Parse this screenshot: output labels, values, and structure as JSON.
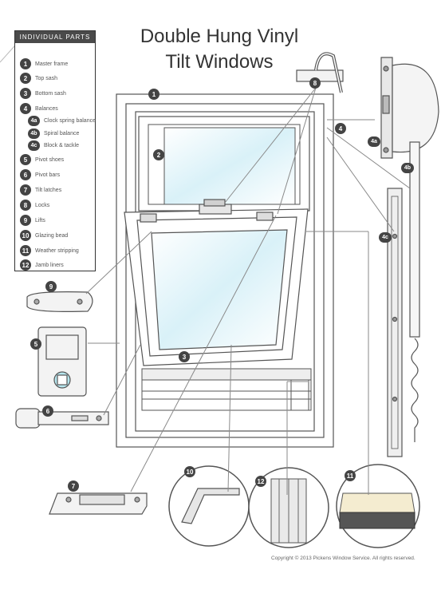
{
  "title": {
    "line1": "Double Hung Vinyl",
    "line2": "Tilt Windows"
  },
  "legend": {
    "heading": "INDIVIDUAL PARTS",
    "items": [
      {
        "num": "1",
        "label": "Master frame"
      },
      {
        "num": "2",
        "label": "Top sash"
      },
      {
        "num": "3",
        "label": "Bottom sash"
      },
      {
        "num": "4",
        "label": "Balances"
      },
      {
        "num": "4a",
        "label": "Clock spring balance"
      },
      {
        "num": "4b",
        "label": "Spiral balance"
      },
      {
        "num": "4c",
        "label": "Block & tackle"
      },
      {
        "num": "5",
        "label": "Pivot shoes"
      },
      {
        "num": "6",
        "label": "Pivot bars"
      },
      {
        "num": "7",
        "label": "Tilt latches"
      },
      {
        "num": "8",
        "label": "Locks"
      },
      {
        "num": "9",
        "label": "Lifts"
      },
      {
        "num": "10",
        "label": "Glazing bead"
      },
      {
        "num": "11",
        "label": "Weather stripping"
      },
      {
        "num": "12",
        "label": "Jamb liners"
      }
    ]
  },
  "callouts": {
    "c1": "1",
    "c2": "2",
    "c3": "3",
    "c4": "4",
    "c4a": "4a",
    "c4b": "4b",
    "c4c": "4c",
    "c5": "5",
    "c6": "6",
    "c7": "7",
    "c8": "8",
    "c9": "9",
    "c10": "10",
    "c11": "11",
    "c12": "12"
  },
  "copyright": "Copyright © 2013 Pickens Window Service. All rights reserved.",
  "colors": {
    "line": "#555555",
    "leader": "#8a8a8a",
    "glass": "#dff3f8",
    "badge": "#444444",
    "wood": "#d8c99a"
  }
}
